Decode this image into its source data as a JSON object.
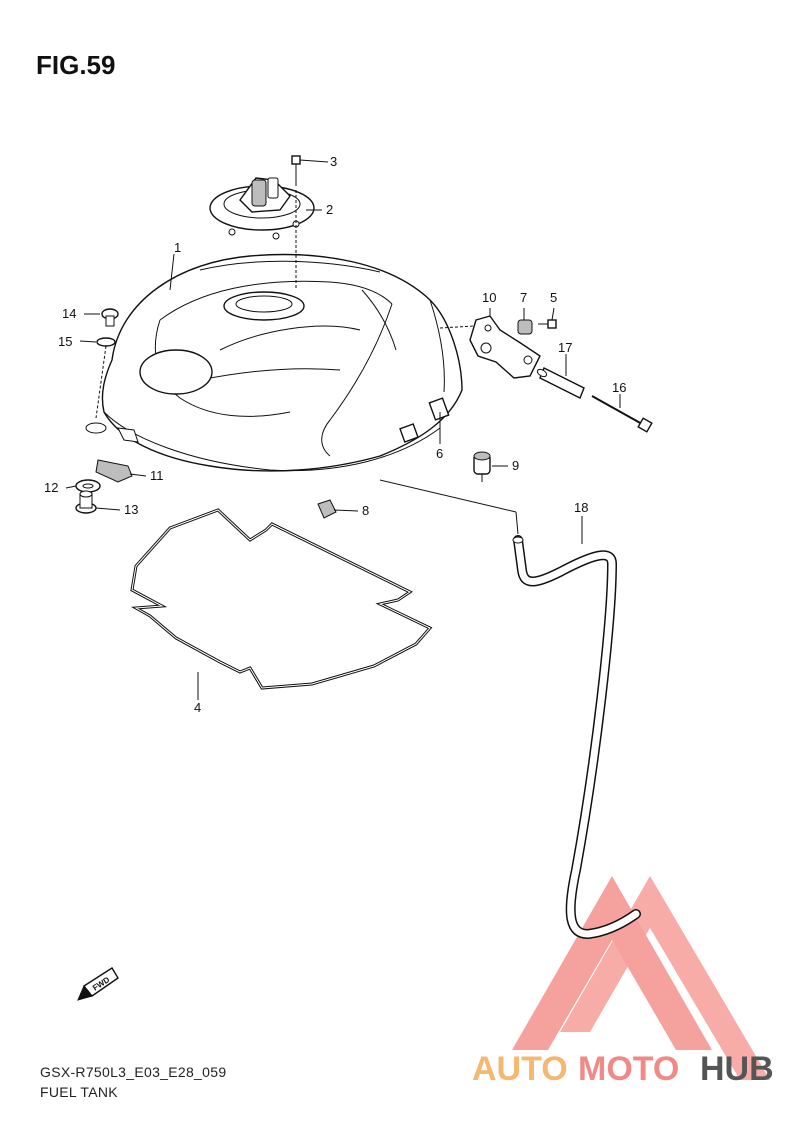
{
  "figure": {
    "title": "FIG.59",
    "model_code": "GSX-R750L3_E03_E28_059",
    "section_name": "FUEL TANK",
    "fwd_label": "FWD"
  },
  "callouts": [
    {
      "id": "1",
      "label": "1"
    },
    {
      "id": "2",
      "label": "2"
    },
    {
      "id": "3",
      "label": "3"
    },
    {
      "id": "4",
      "label": "4"
    },
    {
      "id": "5",
      "label": "5"
    },
    {
      "id": "6",
      "label": "6"
    },
    {
      "id": "7",
      "label": "7"
    },
    {
      "id": "8",
      "label": "8"
    },
    {
      "id": "9",
      "label": "9"
    },
    {
      "id": "10",
      "label": "10"
    },
    {
      "id": "11",
      "label": "11"
    },
    {
      "id": "12",
      "label": "12"
    },
    {
      "id": "13",
      "label": "13"
    },
    {
      "id": "14",
      "label": "14"
    },
    {
      "id": "15",
      "label": "15"
    },
    {
      "id": "16",
      "label": "16"
    },
    {
      "id": "17",
      "label": "17"
    },
    {
      "id": "18",
      "label": "18"
    }
  ],
  "watermark": {
    "part1": "AUTO",
    "part2": "MOTO",
    "part3": "HUB",
    "color_auto": "#f5b870",
    "color_moto": "#f08a86",
    "color_hub": "#555555",
    "triangle_color": "#f4928e"
  }
}
